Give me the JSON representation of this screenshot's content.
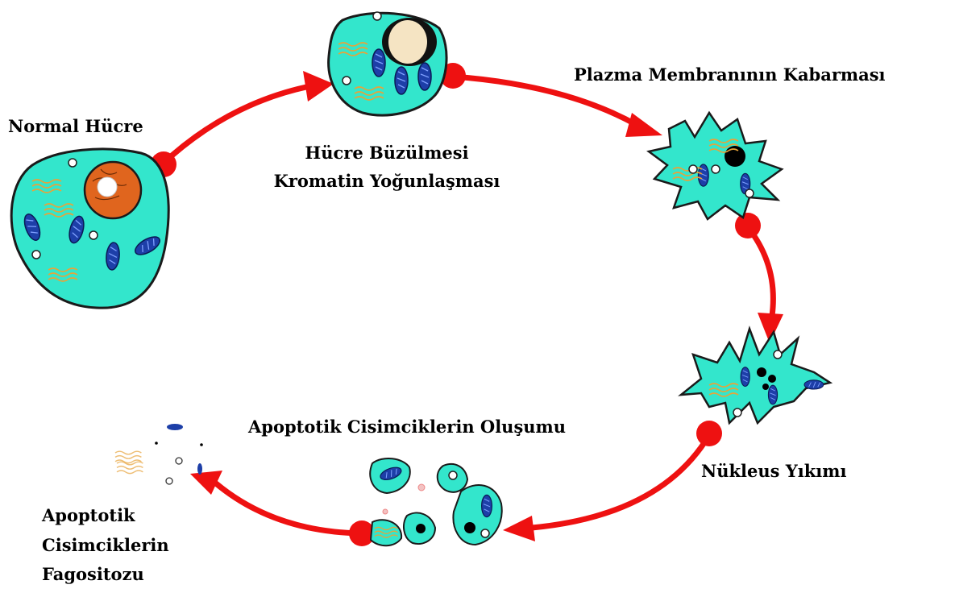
{
  "stages": {
    "normal_cell": {
      "label": "Normal Hücre"
    },
    "shrinkage": {
      "label_line1": "Hücre Büzülmesi",
      "label_line2": "Kromatin Yoğunlaşması"
    },
    "blebbing": {
      "label": "Plazma Membranının Kabarması"
    },
    "nuclear_breakdown": {
      "label": "Nükleus Yıkımı"
    },
    "body_formation": {
      "label": "Apoptotik Cisimciklerin Oluşumu"
    },
    "phagocytosis": {
      "label_line1": "Apoptotik",
      "label_line2": "Cisimciklerin",
      "label_line3": "Fagositozu"
    }
  },
  "colors": {
    "cytoplasm": "#33e6cc",
    "outline": "#1a1a1a",
    "nucleus_normal": "#e0651e",
    "nucleus_dense": "#000000",
    "mitochondria": "#1d3fa8",
    "er": "#e7a33a",
    "arrow": "#ee1111"
  }
}
